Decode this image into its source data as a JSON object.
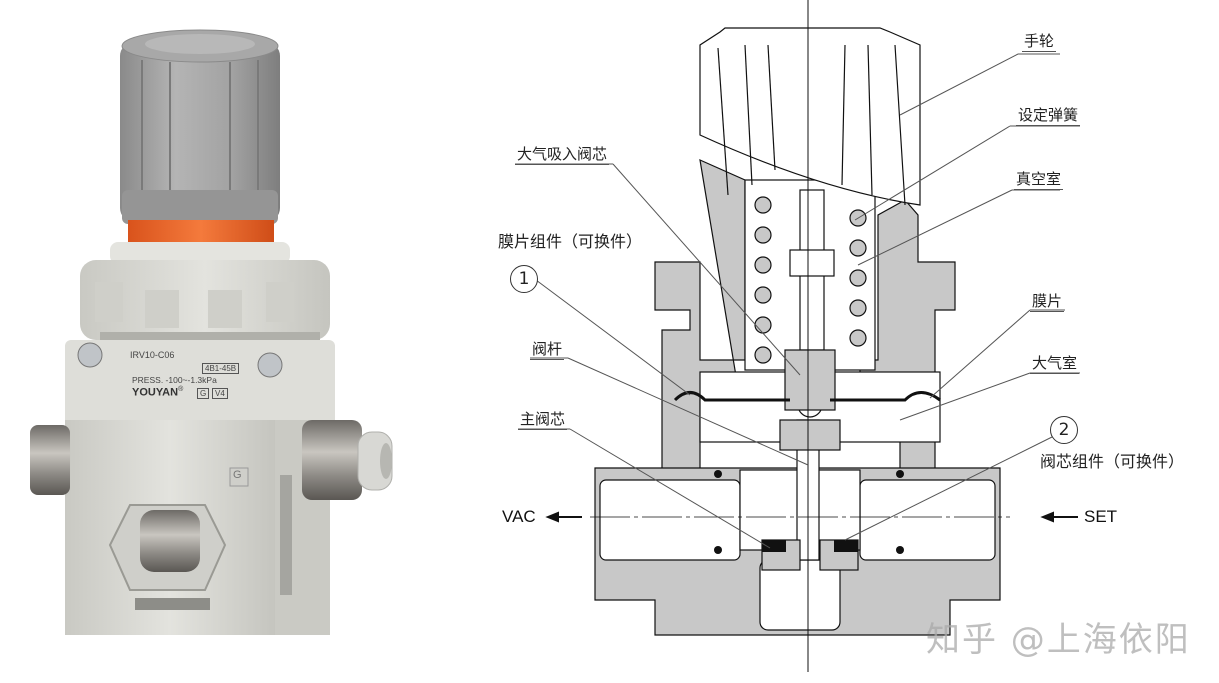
{
  "photo": {
    "model": "IRV10-C06",
    "code": "4B1-45B",
    "pressure": "PRESS. -100~-1.3kPa",
    "brand": "YOUYAN",
    "registered_mark": "®",
    "marks": [
      "G",
      "V4"
    ],
    "side_mark": "G",
    "colors": {
      "knob": "#9e9e9e",
      "ring": "#f06a2a",
      "body": "#dcdcd6",
      "fitting": "#8a8680"
    }
  },
  "diagram": {
    "labels": {
      "handwheel": "手轮",
      "set_spring": "设定弹簧",
      "vacuum_chamber": "真空室",
      "atm_suction_valve": "大气吸入阀芯",
      "diaphragm_assembly": "膜片组件（可换件）",
      "diaphragm": "膜片",
      "atm_chamber": "大气室",
      "valve_stem": "阀杆",
      "main_valve": "主阀芯",
      "valve_assembly": "阀芯组件（可换件）"
    },
    "callouts": [
      "1",
      "2"
    ],
    "ports": {
      "vac": "VAC",
      "set": "SET"
    },
    "colors": {
      "section_fill": "#c8c8c8",
      "line": "#111111"
    }
  },
  "watermark": "知乎 @上海依阳"
}
